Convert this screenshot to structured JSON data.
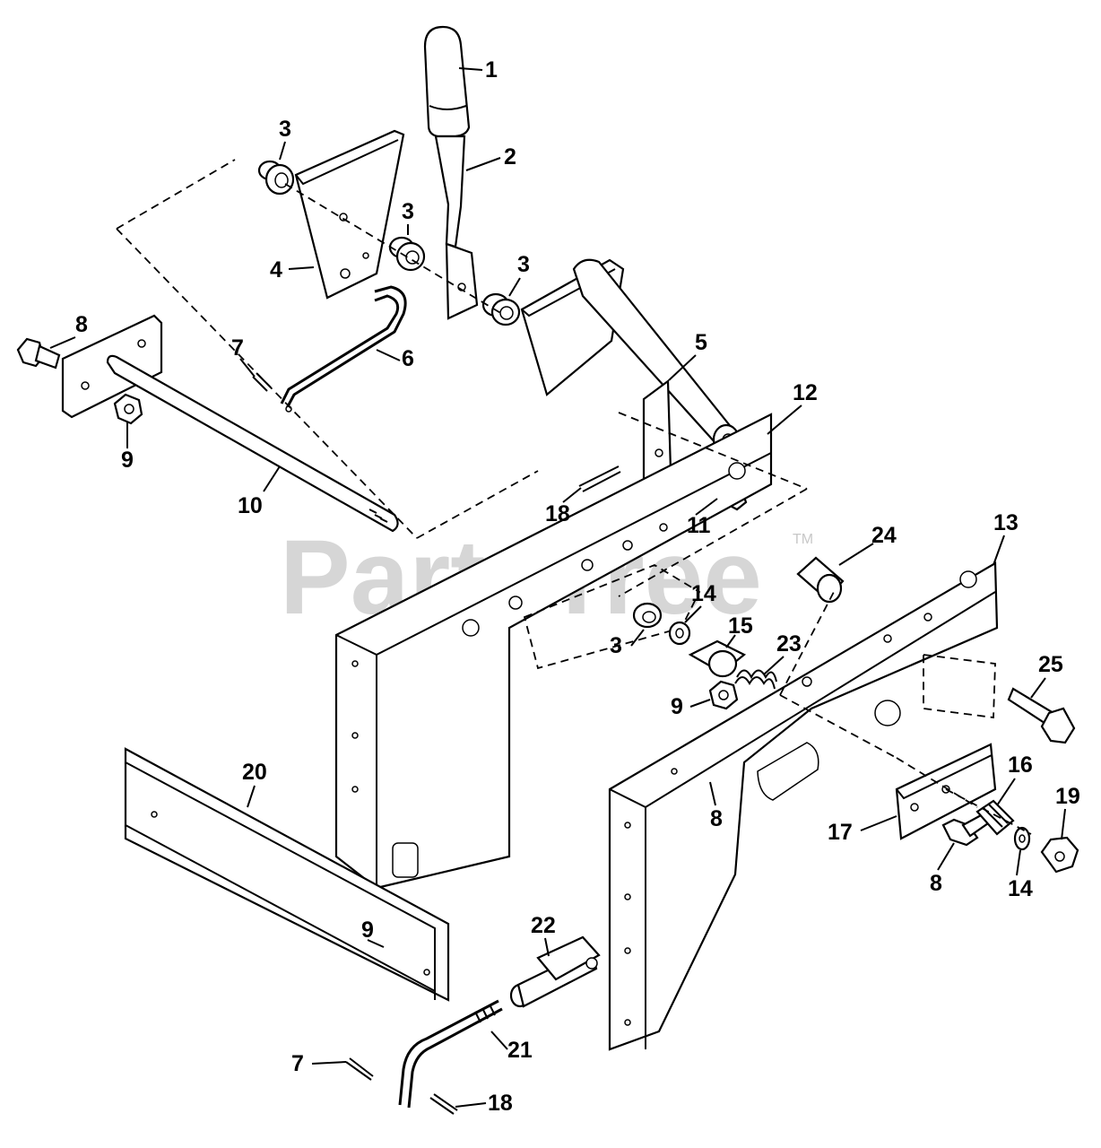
{
  "watermark": {
    "text": "PartsTree",
    "tm": "TM"
  },
  "callouts": {
    "c1": "1",
    "c2": "2",
    "c3a": "3",
    "c3b": "3",
    "c3c": "3",
    "c3d": "3",
    "c4": "4",
    "c5": "5",
    "c6": "6",
    "c7a": "7",
    "c7b": "7",
    "c8a": "8",
    "c8b": "8",
    "c8c": "8",
    "c9a": "9",
    "c9b": "9",
    "c9c": "9",
    "c10": "10",
    "c11": "11",
    "c12": "12",
    "c13": "13",
    "c14a": "14",
    "c14b": "14",
    "c15": "15",
    "c16": "16",
    "c17": "17",
    "c18a": "18",
    "c18b": "18",
    "c19": "19",
    "c20": "20",
    "c21": "21",
    "c22": "22",
    "c23": "23",
    "c24": "24",
    "c25": "25"
  }
}
